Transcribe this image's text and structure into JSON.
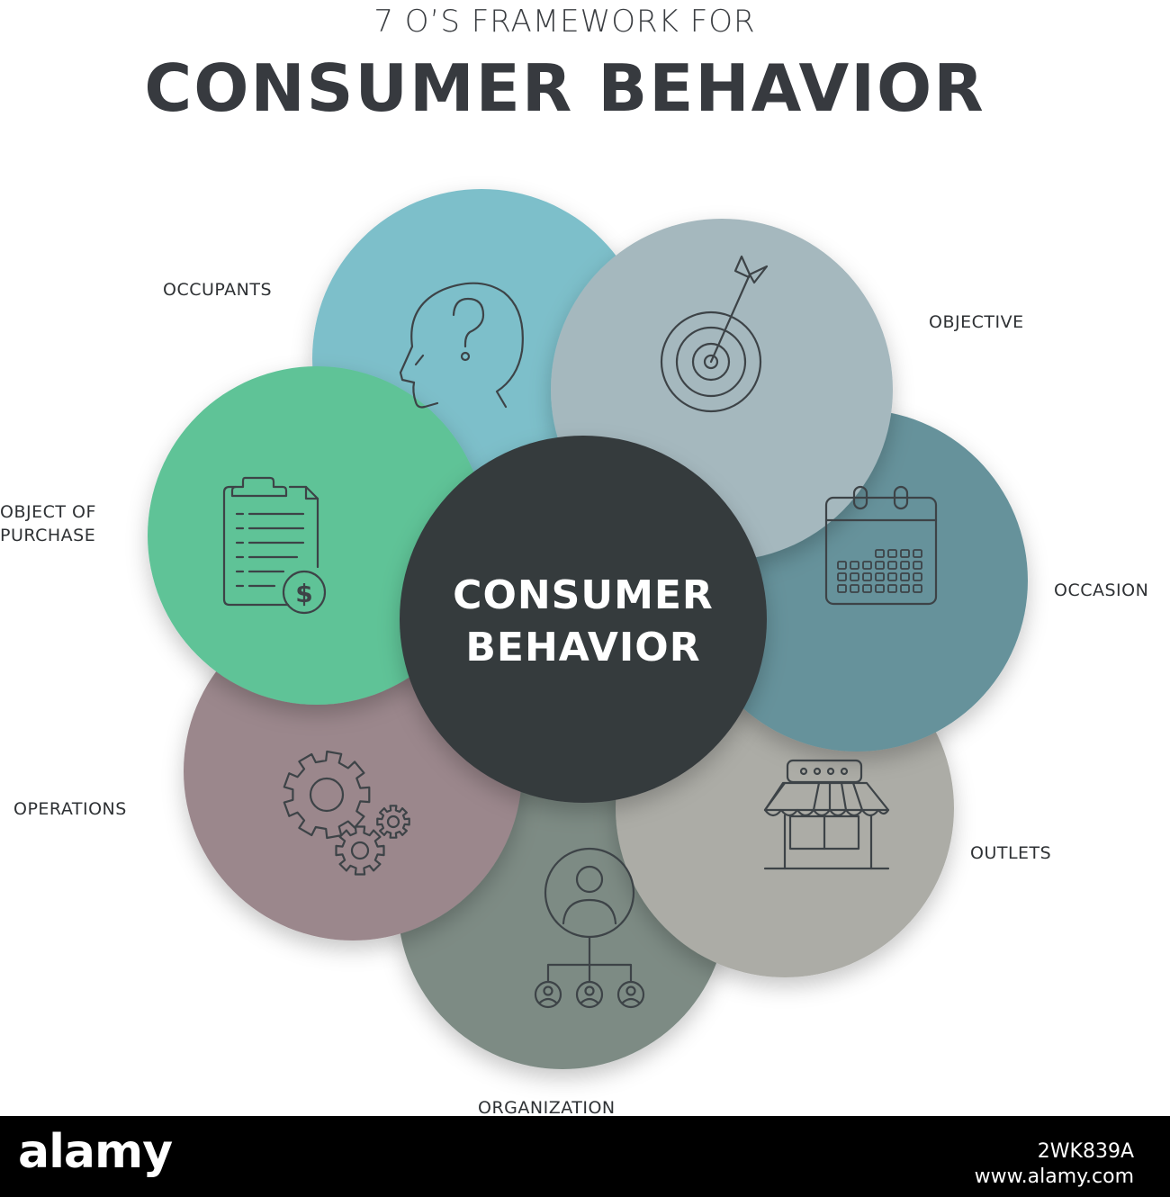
{
  "header": {
    "subtitle": "7 O’S FRAMEWORK FOR",
    "title": "CONSUMER BEHAVIOR"
  },
  "center": {
    "line1": "CONSUMER",
    "line2": "BEHAVIOR",
    "color": "#363a3e"
  },
  "segments": [
    {
      "id": "occupants",
      "label": "OCCUPANTS",
      "icon": "head-question-icon",
      "color": "#7dbfca"
    },
    {
      "id": "objective",
      "label": "OBJECTIVE",
      "icon": "target-dart-icon",
      "color": "#a5b8be"
    },
    {
      "id": "occasion",
      "label": "OCCASION",
      "icon": "calendar-icon",
      "color": "#66929b"
    },
    {
      "id": "outlets",
      "label": "OUTLETS",
      "icon": "storefront-icon",
      "color": "#acaca6"
    },
    {
      "id": "organization",
      "label": "ORGANIZATION",
      "icon": "org-hierarchy-icon",
      "color": "#7d8b84"
    },
    {
      "id": "operations",
      "label": "OPERATIONS",
      "icon": "gears-icon",
      "color": "#9b878c"
    },
    {
      "id": "object-of-purchase",
      "label": [
        "OBJECT OF",
        "PURCHASE"
      ],
      "icon": "clipboard-dollar-icon",
      "color": "#5ec397"
    }
  ],
  "footer": {
    "logo": "alamy",
    "image_id": "2WK839A",
    "site": "www.alamy.com"
  }
}
